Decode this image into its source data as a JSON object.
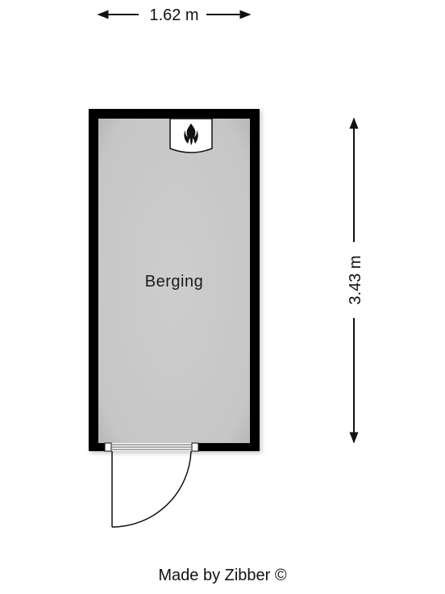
{
  "dimensions": {
    "width_label": "1.62 m",
    "height_label": "3.43 m"
  },
  "room": {
    "name": "Berging"
  },
  "credit": {
    "text": "Made by Zibber ©"
  },
  "colors": {
    "wall": "#000000",
    "floor": "#c8c8c8",
    "line": "#111111"
  },
  "icons": {
    "boiler": "boiler-flame-icon"
  }
}
